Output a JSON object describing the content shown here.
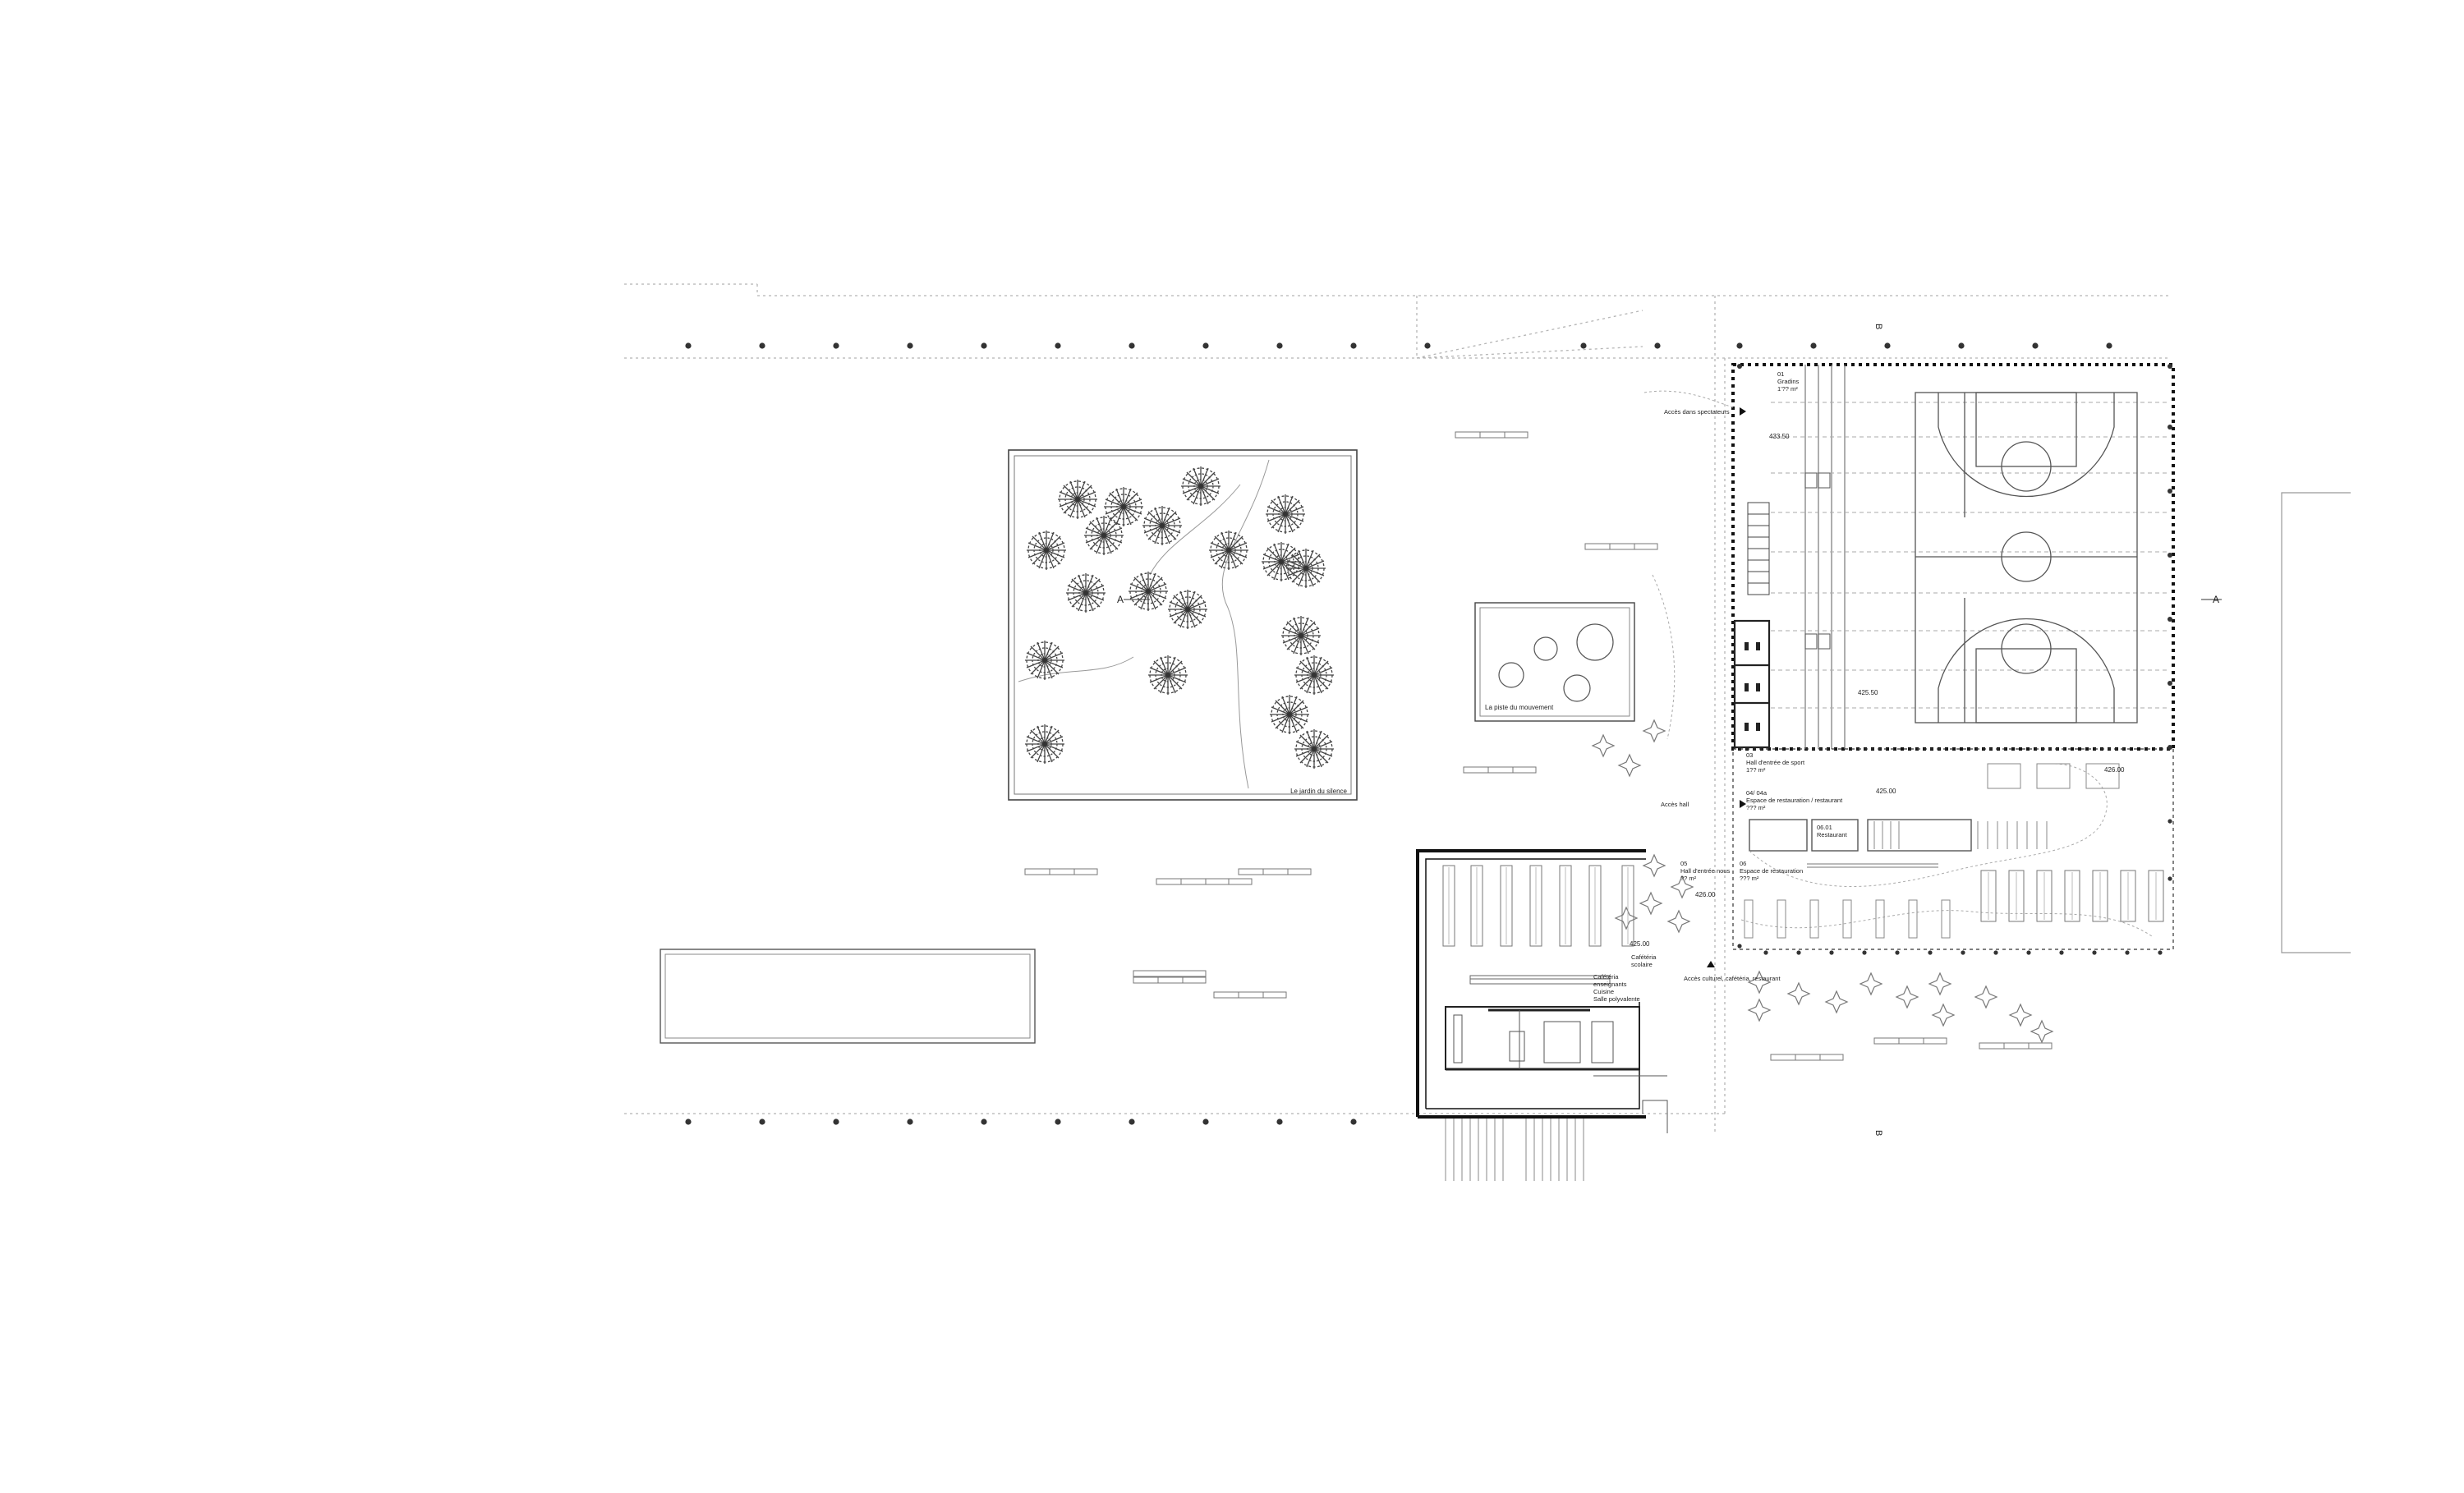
{
  "section_markers": {
    "a_left": "A",
    "a_right": "A",
    "b_top": "B",
    "b_bottom": "B"
  },
  "zones": {
    "silence_garden": "Le jardin du silence",
    "movement_plaza": "La piste du mouvement"
  },
  "access": {
    "spectators": "Accès dans spectateurs",
    "lobby": "Accès hall",
    "cultural": "Accès culturel, cafétéria, restaurant"
  },
  "rooms": {
    "r01": [
      "01",
      "Gradins",
      "1'?? m²"
    ],
    "r03": [
      "03",
      "Hall d'entrée de sport",
      "1?? m²"
    ],
    "r04": [
      "04/ 04a",
      "Espace de restauration / restaurant",
      "??? m²"
    ],
    "r05": [
      "05",
      "Hall d'entrée nous",
      "?? m²"
    ],
    "r06": [
      "06",
      "Espace de restauration",
      "??? m²"
    ],
    "bar": [
      "06.01",
      "Restaurant"
    ],
    "r07": [
      "Cafétéria",
      "scolaire"
    ],
    "r08": [
      "Cafétéria",
      "enseignants",
      "Cuisine",
      "Salle polyvalente"
    ]
  },
  "levels": {
    "l1": "433.50",
    "l2": "425.50",
    "l3": "425.00",
    "l4": "426.00",
    "l5": "426.00",
    "l6": "425.00"
  },
  "colors": {
    "line": "#333333",
    "light": "#9a9a9a",
    "wall": "#111111"
  }
}
